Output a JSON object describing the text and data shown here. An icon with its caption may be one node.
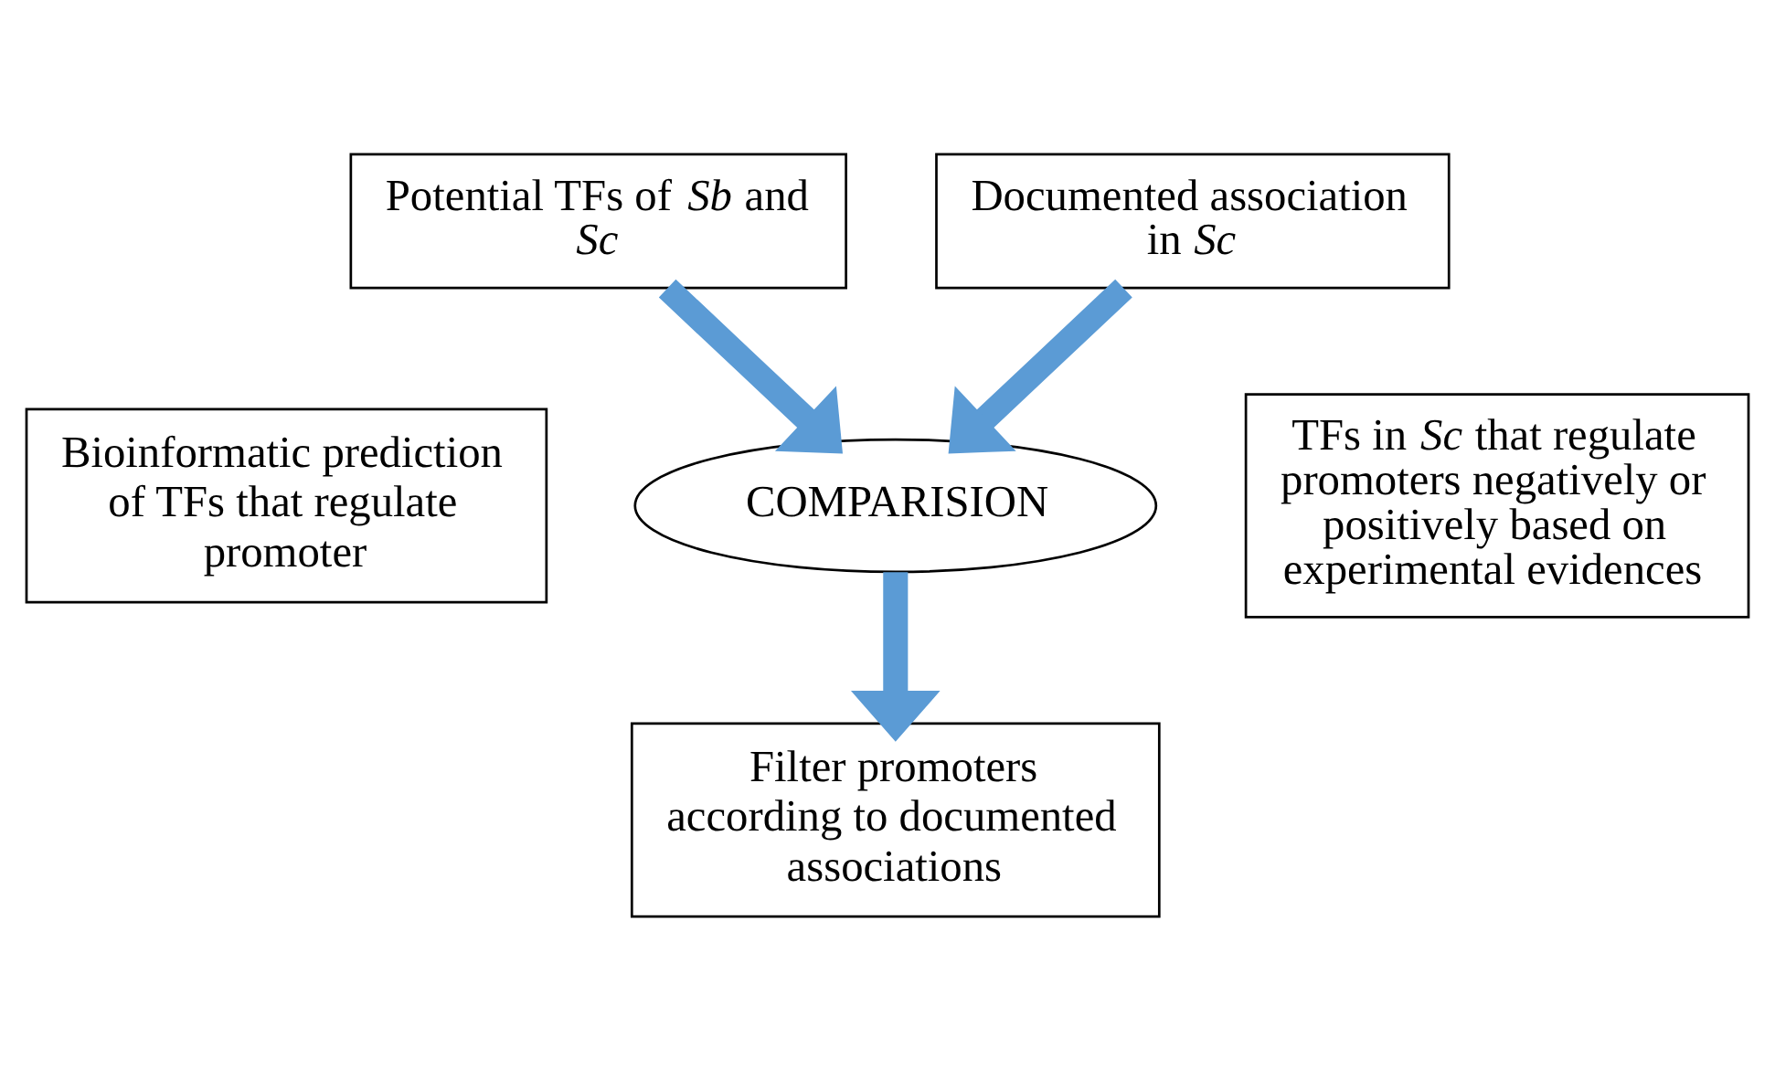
{
  "diagram": {
    "nodes": [
      {
        "text": [
          "Potential TFs of *Sb* and *Sc*"
        ]
      },
      {
        "text": [
          "Documented association in *Sc*"
        ]
      },
      {
        "text": [
          "Bioinformatic prediction of TFs that regulate promoter"
        ]
      },
      {
        "text": [
          "COMPARISION"
        ]
      },
      {
        "text": [
          "TFs in *Sc* that regulate promoters negatively or positively based on experimental evidences"
        ]
      },
      {
        "text": [
          "Filter promoters according to documented associations"
        ]
      }
    ],
    "edges": [
      {
        "from": 0,
        "to": 3,
        "arrow": "to"
      },
      {
        "from": 1,
        "to": 3,
        "arrow": "to"
      },
      {
        "from": 3,
        "to": 5,
        "arrow": "to"
      }
    ]
  }
}
